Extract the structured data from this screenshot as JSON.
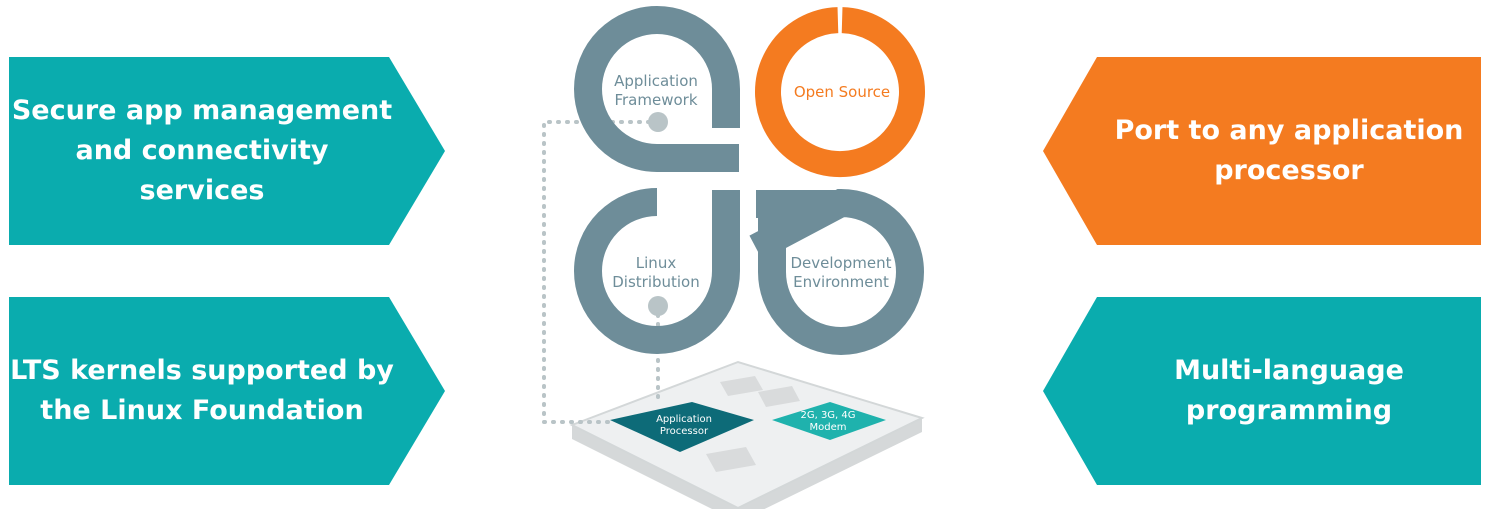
{
  "colors": {
    "teal": "#0aacae",
    "orange": "#f47b20",
    "slate": "#6e8d99",
    "chip_dark": "#0d6b78",
    "chip_teal": "#1fb2ad",
    "dots": "#b9c4c7"
  },
  "banners": {
    "top_left": "Secure app management\nand connectivity services",
    "top_right": "Port to any application\nprocessor",
    "bottom_left": "LTS kernels supported by\nthe Linux Foundation",
    "bottom_right": "Multi-language\nprogramming"
  },
  "diagram": {
    "app_framework": [
      "Application",
      "Framework"
    ],
    "open_source": "Open Source",
    "linux_distribution": [
      "Linux",
      "Distribution"
    ],
    "dev_environment": [
      "Development",
      "Environment"
    ],
    "chip": {
      "processor": [
        "Application",
        "Processor"
      ],
      "modem": [
        "2G, 3G, 4G",
        "Modem"
      ]
    }
  }
}
